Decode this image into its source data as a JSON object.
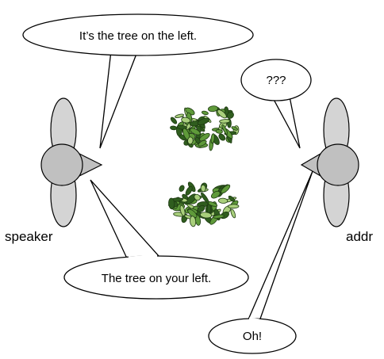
{
  "bubbles": {
    "speaker_top": "It’s the tree on the left.",
    "speaker_bottom": "The tree on your left.",
    "addressee_top": "???",
    "addressee_bottom": "Oh!"
  },
  "labels": {
    "speaker": "speaker",
    "addressee": "addr"
  },
  "colors": {
    "head": "#c0c0c0",
    "ear": "#d4d4d4",
    "leaf_dark": "#2f5d1e",
    "leaf_mid": "#5f9a3a",
    "leaf_light": "#a9cf7c"
  }
}
